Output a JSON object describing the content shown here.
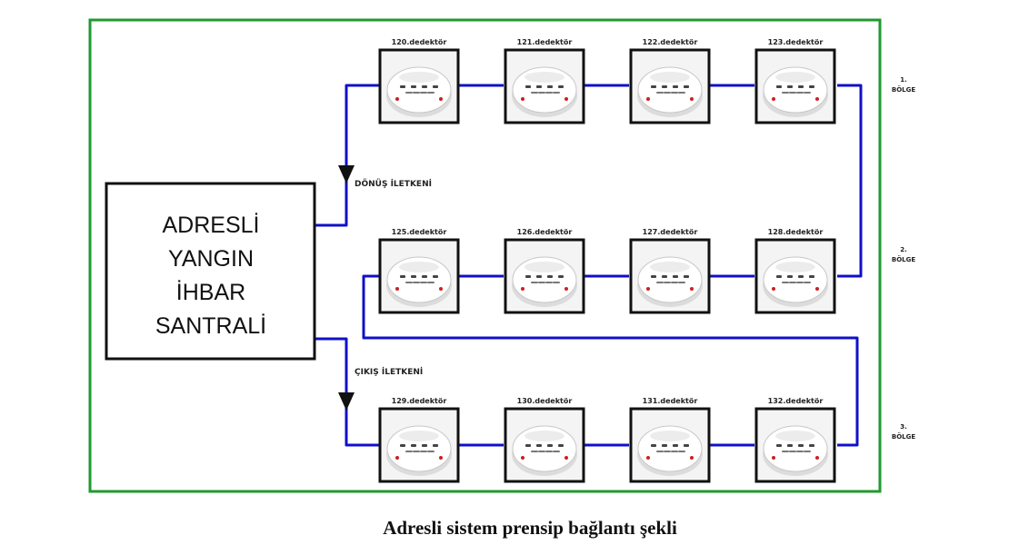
{
  "colors": {
    "frame": "#1f9a2e",
    "wire": "#1010c8",
    "panel_border": "#111111",
    "detector_border": "#111111"
  },
  "panel": {
    "lines": [
      "ADRESLİ",
      "YANGIN",
      "İHBAR",
      "SANTRALİ"
    ]
  },
  "wires": {
    "return_label": "DÖNÜŞ İLETKENİ",
    "output_label": "ÇIKIŞ İLETKENİ"
  },
  "zones": [
    {
      "number": "1.",
      "name": "BÖLGE"
    },
    {
      "number": "2.",
      "name": "BÖLGE"
    },
    {
      "number": "3.",
      "name": "BÖLGE"
    }
  ],
  "rows": [
    {
      "detectors": [
        "120.dedektör",
        "121.dedektör",
        "122.dedektör",
        "123.dedektör"
      ]
    },
    {
      "detectors": [
        "125.dedektör",
        "126.dedektör",
        "127.dedektör",
        "128.dedektör"
      ]
    },
    {
      "detectors": [
        "129.dedektör",
        "130.dedektör",
        "131.dedektör",
        "132.dedektör"
      ]
    }
  ],
  "caption": "Adresli  sistem prensip bağlantı şekli"
}
